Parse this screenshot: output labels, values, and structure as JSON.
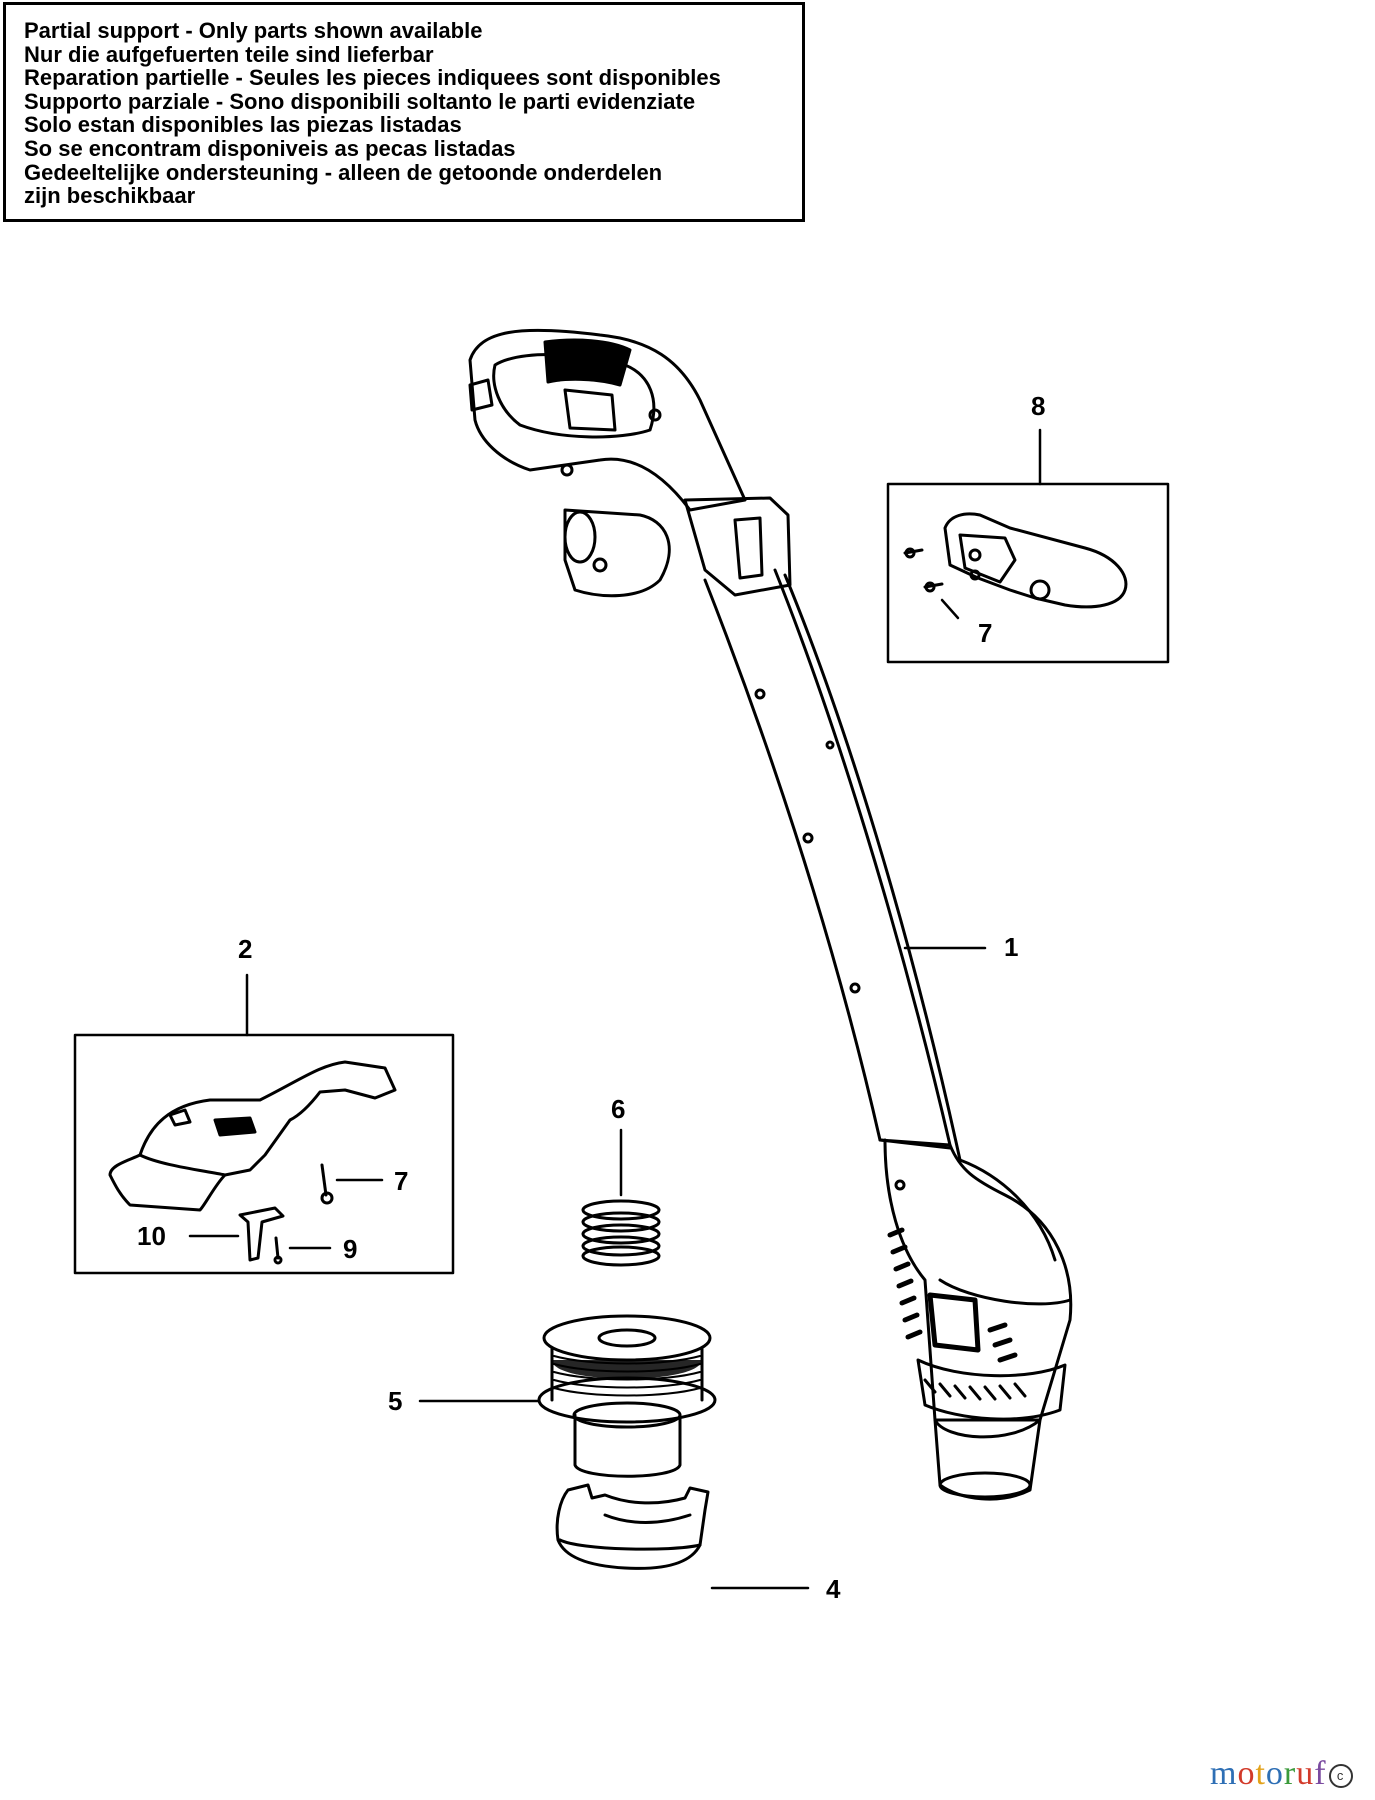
{
  "notice": {
    "lines": [
      "Partial support - Only parts shown available",
      "Nur die aufgefuerten teile sind lieferbar",
      "Reparation partielle - Seules les pieces indiquees sont disponibles",
      "Supporto parziale - Sono disponibili soltanto le parti evidenziate",
      "Solo estan disponibles las piezas listadas",
      "So se encontram disponiveis as pecas listadas",
      "Gedeeltelijke ondersteuning - alleen de getoonde onderdelen",
      "zijn beschikbaar"
    ]
  },
  "callouts": {
    "part_1": "1",
    "part_2": "2",
    "part_4": "4",
    "part_5": "5",
    "part_6": "6",
    "part_7_handle": "7",
    "part_7_guard": "7",
    "part_8": "8",
    "part_9": "9",
    "part_10": "10"
  },
  "watermark": {
    "text": "motoruf",
    "seal": "c"
  },
  "colors": {
    "ink": "#000000",
    "paper": "#ffffff"
  }
}
